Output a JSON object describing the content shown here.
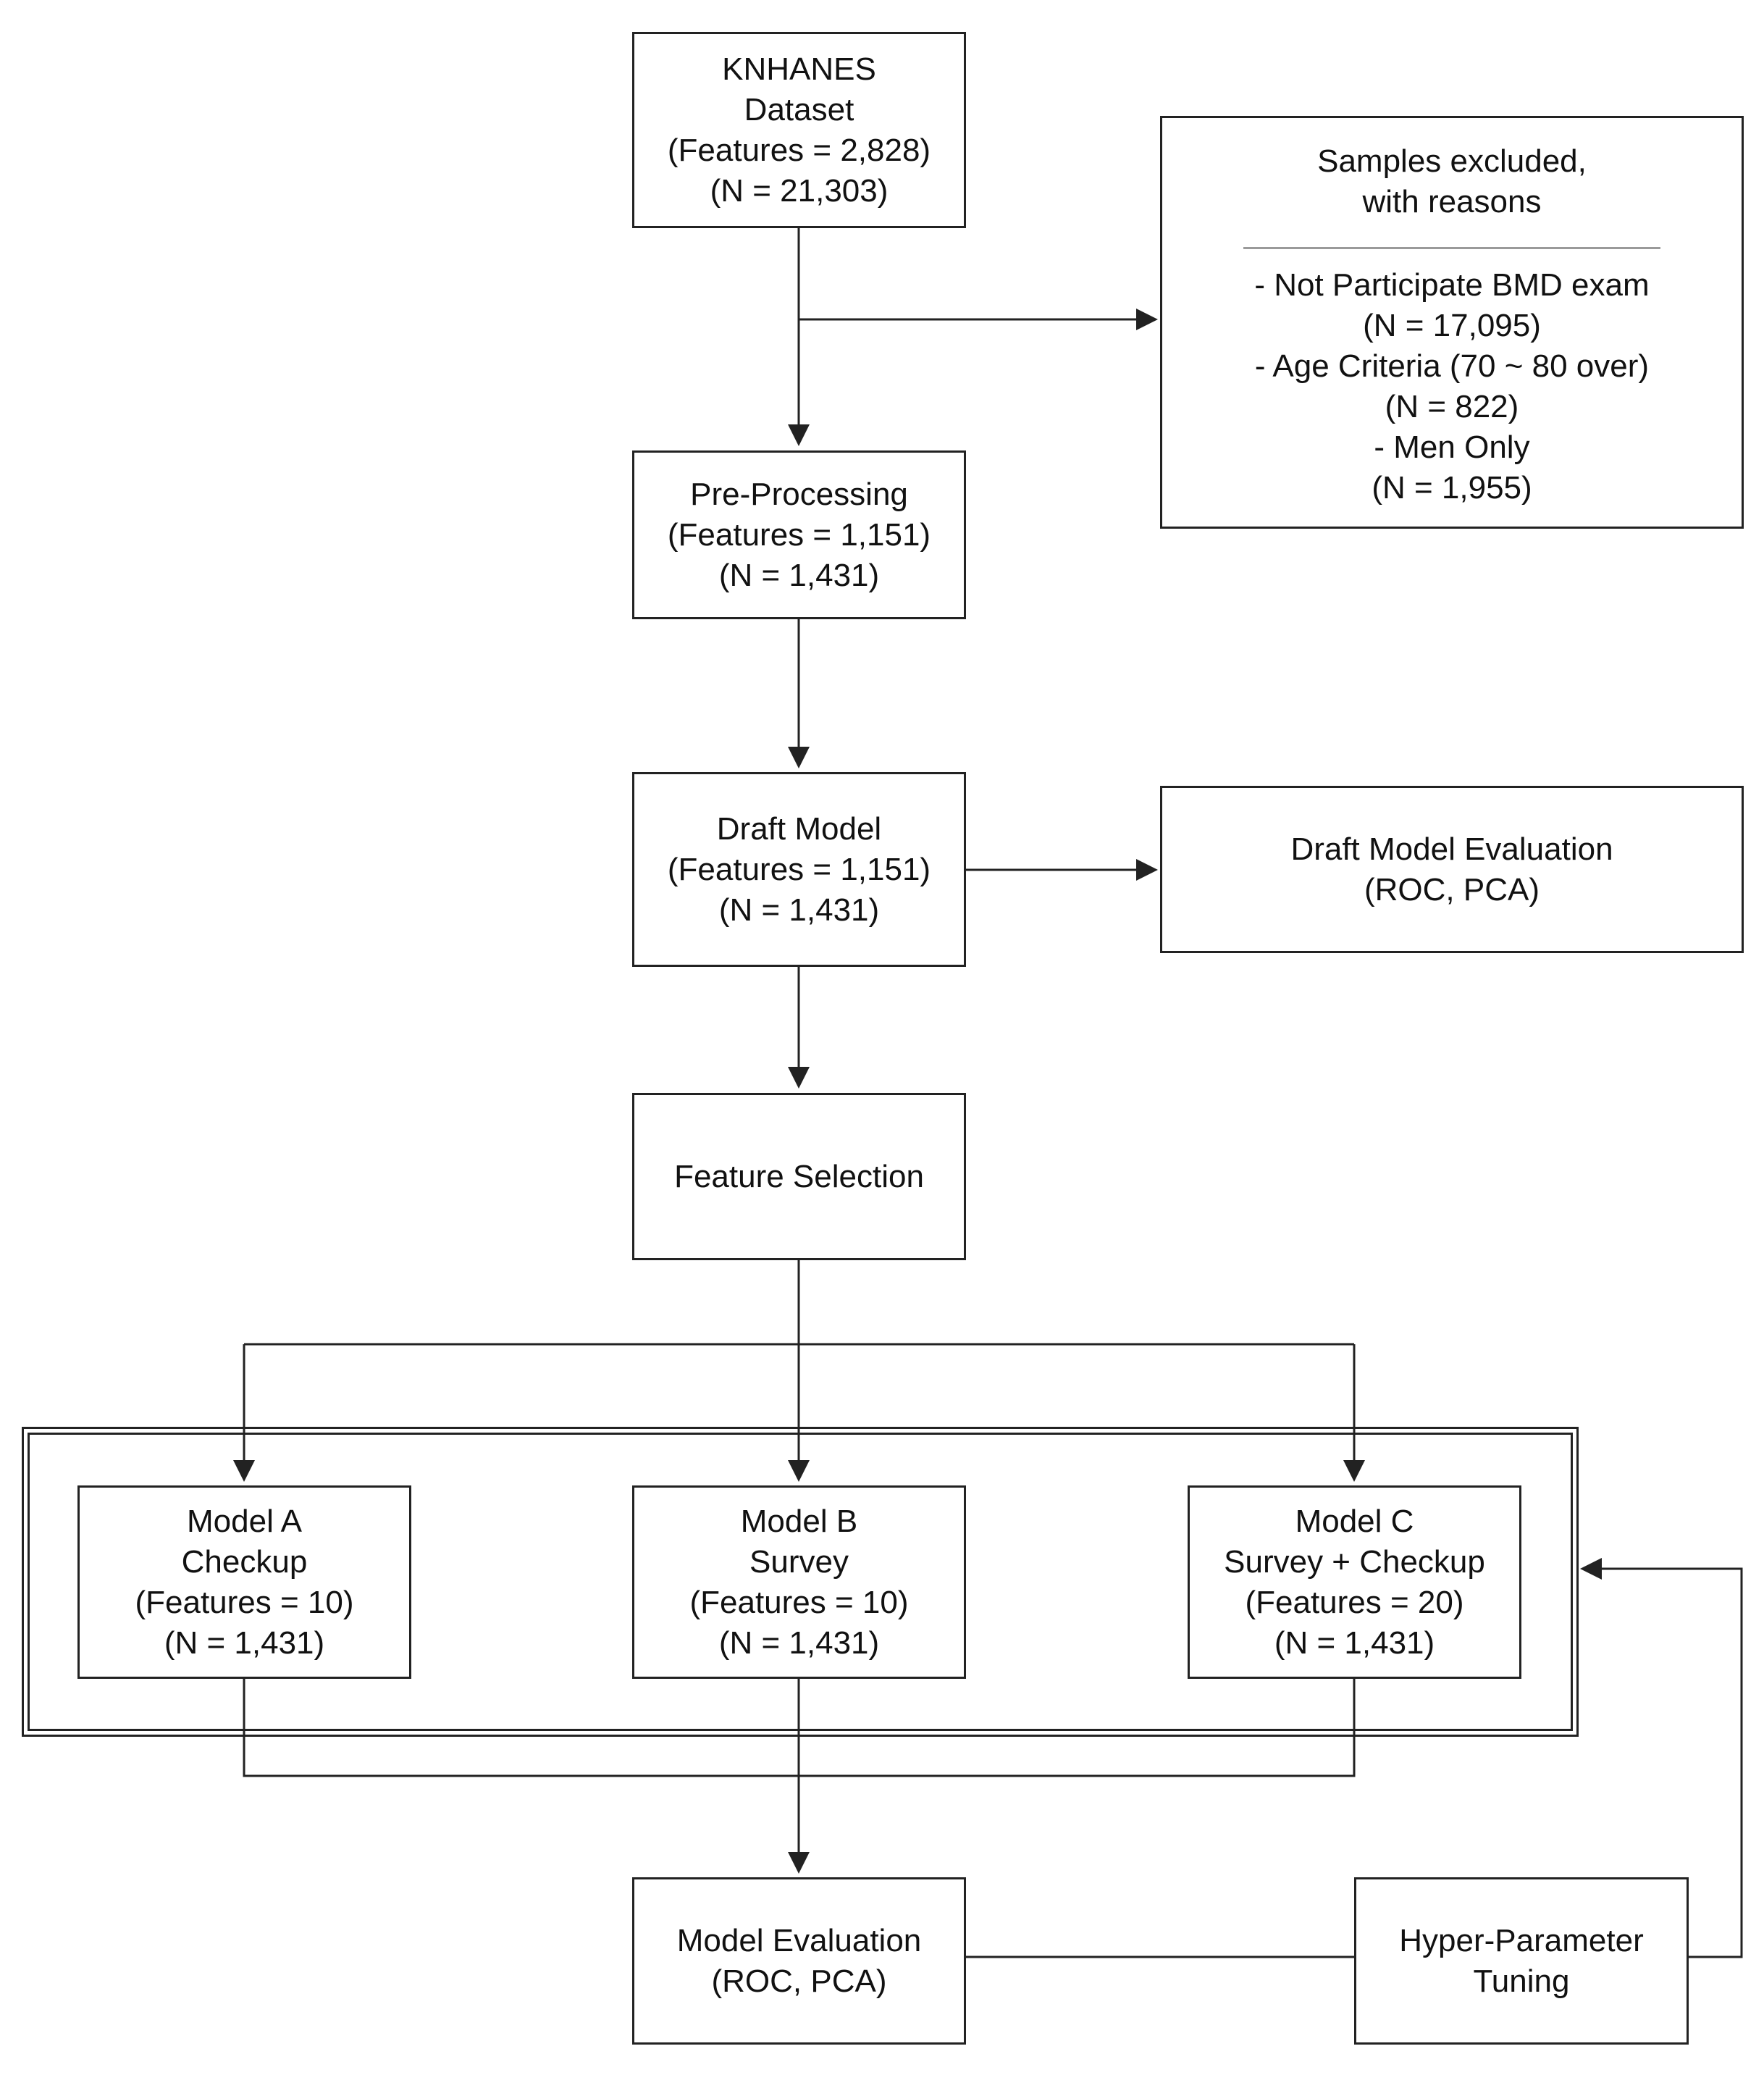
{
  "nodes": {
    "knhanes": {
      "lines": [
        "KNHANES",
        "Dataset",
        "(Features = 2,828)",
        "(N = 21,303)"
      ]
    },
    "excluded": {
      "heading": [
        "Samples excluded,",
        "with reasons"
      ],
      "lines": [
        "- Not Participate BMD exam",
        "(N = 17,095)",
        "- Age Criteria (70 ~ 80 over)",
        "(N = 822)",
        "- Men Only",
        "(N = 1,955)"
      ]
    },
    "preprocessing": {
      "lines": [
        "Pre-Processing",
        "(Features = 1,151)",
        "(N = 1,431)"
      ]
    },
    "draft_model": {
      "lines": [
        "Draft Model",
        "(Features = 1,151)",
        "(N = 1,431)"
      ]
    },
    "draft_eval": {
      "lines": [
        "Draft Model Evaluation",
        "(ROC, PCA)"
      ]
    },
    "feature_selection": {
      "lines": [
        "Feature Selection"
      ]
    },
    "model_a": {
      "lines": [
        "Model A",
        "Checkup",
        "(Features = 10)",
        "(N = 1,431)"
      ]
    },
    "model_b": {
      "lines": [
        "Model B",
        "Survey",
        "(Features = 10)",
        "(N = 1,431)"
      ]
    },
    "model_c": {
      "lines": [
        "Model C",
        "Survey + Checkup",
        "(Features = 20)",
        "(N = 1,431)"
      ]
    },
    "model_eval": {
      "lines": [
        "Model Evaluation",
        "(ROC, PCA)"
      ]
    },
    "tuning": {
      "lines": [
        "Hyper-Parameter",
        "Tuning"
      ]
    }
  },
  "colors": {
    "stroke": "#222222",
    "divider": "#9a9a9a",
    "background": "#ffffff"
  }
}
